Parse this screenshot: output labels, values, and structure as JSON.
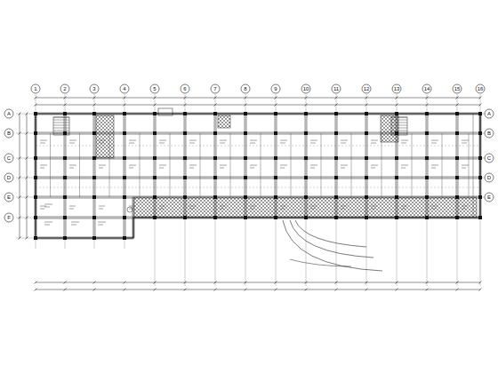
{
  "diagram": {
    "labels": [
      "1",
      "2",
      "3",
      "4",
      "5",
      "6",
      "7",
      "8",
      "9",
      "10",
      "11",
      "12",
      "13",
      "14",
      "15",
      "16",
      "A",
      "B",
      "C",
      "D",
      "E",
      "F",
      "A",
      "B",
      "C",
      "D",
      "E"
    ]
  }
}
